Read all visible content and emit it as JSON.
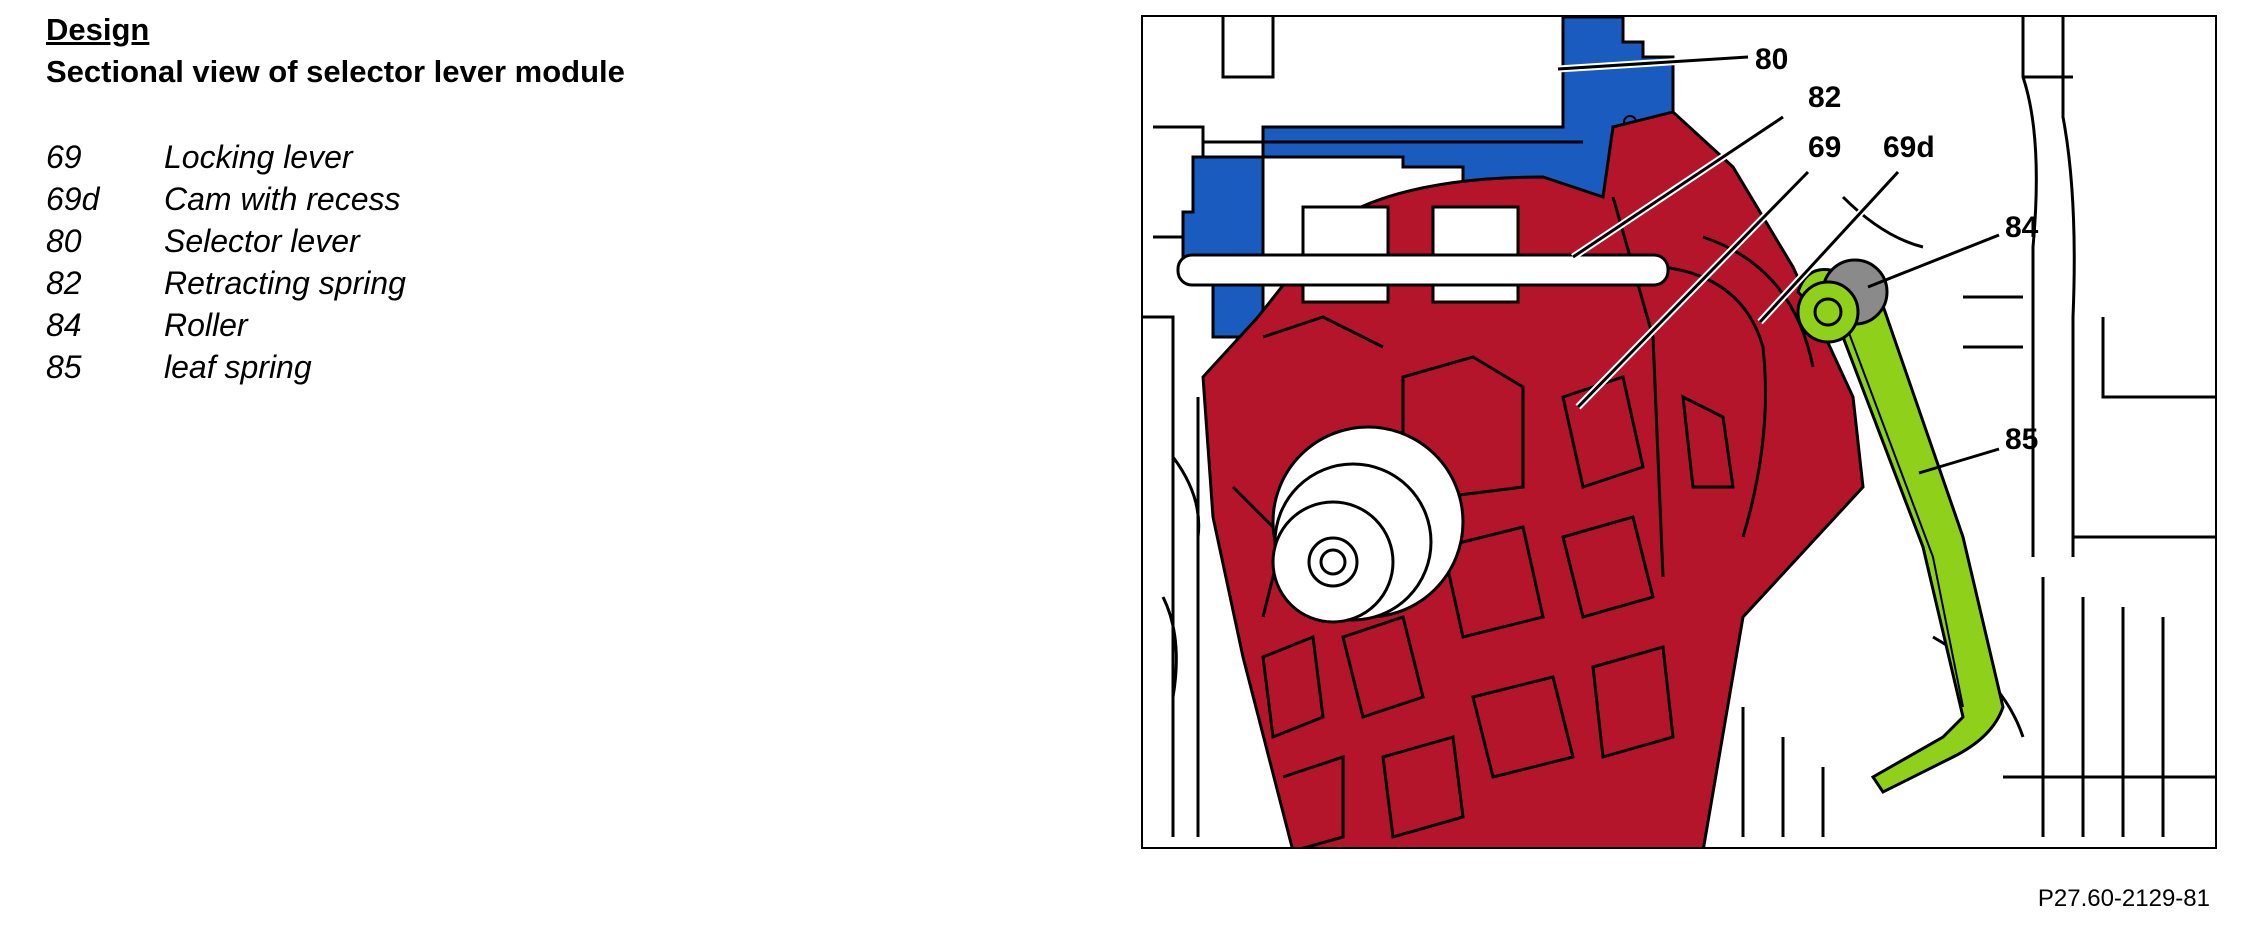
{
  "header": {
    "title": "Design",
    "subtitle": "Sectional view of selector lever module"
  },
  "legend": {
    "items": [
      {
        "number": "69",
        "label": "Locking lever"
      },
      {
        "number": "69d",
        "label": "Cam with recess"
      },
      {
        "number": "80",
        "label": "Selector lever"
      },
      {
        "number": "82",
        "label": "Retracting spring"
      },
      {
        "number": "84",
        "label": "Roller"
      },
      {
        "number": "85",
        "label": "leaf spring"
      }
    ]
  },
  "figure": {
    "callouts": {
      "c80": "80",
      "c82": "82",
      "c69": "69",
      "c69d": "69d",
      "c84": "84",
      "c85": "85"
    },
    "reference": "P27.60-2129-81"
  },
  "colors": {
    "locking_lever": "#b5152b",
    "selector_lever": "#1a5bbf",
    "leaf_spring": "#8fd11a",
    "roller": "#8a8a8a",
    "outline": "#000000"
  }
}
